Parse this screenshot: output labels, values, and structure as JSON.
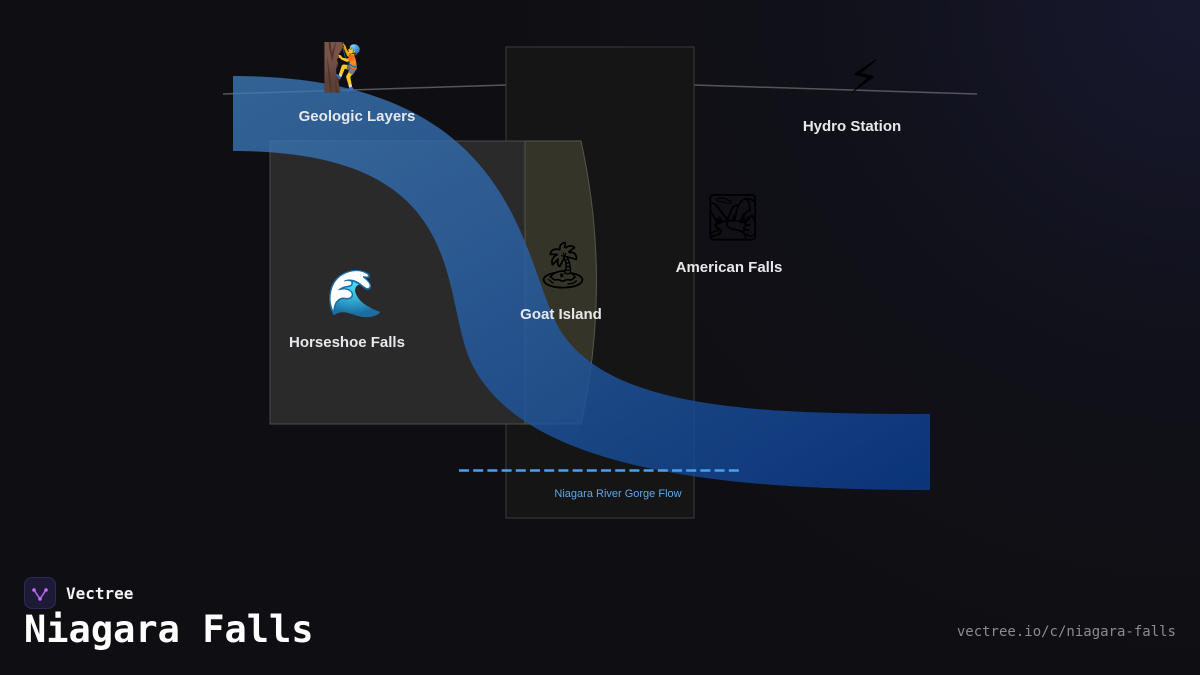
{
  "diagram": {
    "nodes": [
      {
        "id": "geologic",
        "label": "Geologic Layers",
        "icon": "🧗",
        "icon_name": "climber-icon"
      },
      {
        "id": "hydro",
        "label": "Hydro Station",
        "icon": "⚡",
        "icon_name": "lightning-icon"
      },
      {
        "id": "american",
        "label": "American Falls",
        "icon": "🏞",
        "icon_name": "national-park-icon"
      },
      {
        "id": "horseshoe",
        "label": "Horseshoe Falls",
        "icon": "🌊",
        "icon_name": "wave-icon"
      },
      {
        "id": "goat",
        "label": "Goat Island",
        "icon": "🏝",
        "icon_name": "island-icon"
      }
    ],
    "flow_label": "Niagara River Gorge Flow",
    "colors": {
      "river": "#2d7fd6",
      "flow_line": "#4a9ff0",
      "panel": "#2a2a2a",
      "panel_border": "#4a4a4a",
      "island": "#3a3a2a"
    }
  },
  "footer": {
    "brand": "Vectree",
    "title": "Niagara Falls",
    "url": "vectree.io/c/niagara-falls"
  }
}
